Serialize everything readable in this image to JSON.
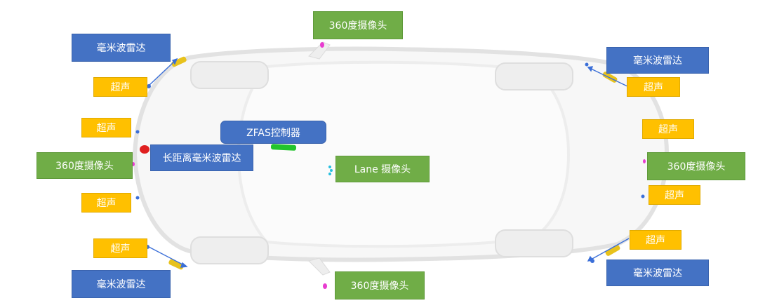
{
  "labels": {
    "mmw_radar": "毫米波雷达",
    "ultrasonic": "超声",
    "camera_360": "360度摄像头",
    "zfas": "ZFAS控制器",
    "long_range_radar": "长距离毫米波雷达",
    "lane_camera": "Lane 摄像头"
  },
  "colors": {
    "radar_box": "#4472c4",
    "camera_box": "#70ad47",
    "ultrasonic_box": "#ffc000",
    "text": "#ffffff",
    "car_body": "#ececec",
    "arrow": "#3b6fd8",
    "radar_sensor": "#e8c21c",
    "camera_sensor": "#e83cd0",
    "controller_sensor": "#22c42c",
    "long_radar_sensor": "#e02020",
    "lane_sensor": "#28c0e0"
  }
}
